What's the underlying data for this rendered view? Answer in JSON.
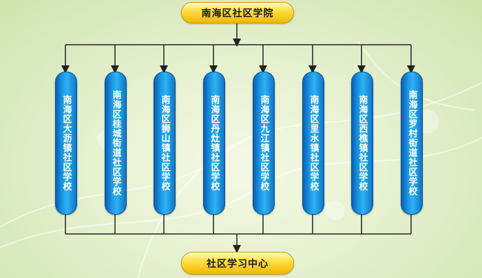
{
  "title": "南海区社区学院",
  "target": "社区学习中心",
  "schools": [
    "南海区大沥镇社区学校",
    "南海区桂城街道社区学校",
    "南海区狮山镇社区学校",
    "南海区丹灶镇社区学校",
    "南海区九江镇社区学校",
    "南海区里水镇社区学校",
    "南海区西樵镇社区学校",
    "南海区罗村街道社区学校"
  ],
  "colors": {
    "top_box": "#ffd21a",
    "school_box": "#1e9be8",
    "connector": "#222222",
    "background": "#e6f1cf"
  }
}
